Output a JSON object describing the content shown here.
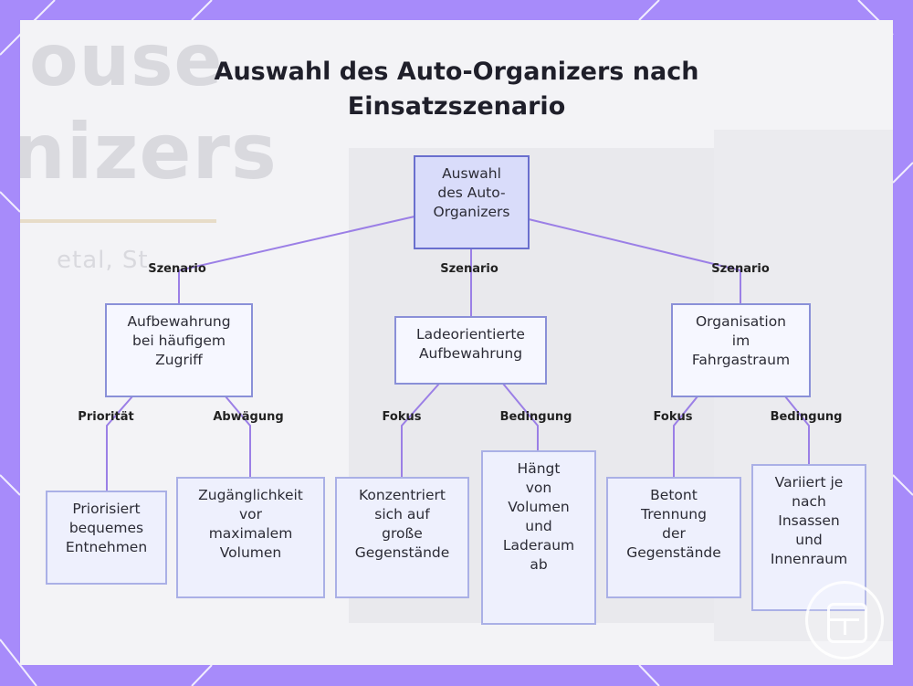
{
  "title": {
    "line1": "Auswahl des Auto-Organizers nach",
    "line2": "Einsatzszenario"
  },
  "background_text": {
    "word1": "ouse",
    "word2": "nizers",
    "word3": "etal, St..."
  },
  "nodes": {
    "root": "Auswahl\ndes Auto-\nOrganizers",
    "frequent": "Aufbewahrung\nbei häufigem\nZugriff",
    "cargo": "Ladeorientierte\nAufbewahrung",
    "cabin": "Organisation\nim\nFahrgastraum",
    "leaf1": "Priorisiert\nbequemes\nEntnehmen",
    "leaf2": "Zugänglichkeit\nvor\nmaximalem\nVolumen",
    "leaf3": "Konzentriert\nsich auf\ngroße\nGegenstände",
    "leaf4": "Hängt\nvon\nVolumen\nund\nLaderaum\nab",
    "leaf5": "Betont\nTrennung\nder\nGegenstände",
    "leaf6": "Variiert je\nnach\nInsassen\nund\nInnenraum"
  },
  "edge_labels": {
    "scenario_left": "Szenario",
    "scenario_mid": "Szenario",
    "scenario_right": "Szenario",
    "prioritaet": "Priorität",
    "abwaegung": "Abwägung",
    "fokus_mid": "Fokus",
    "bedingung_mid": "Bedingung",
    "fokus_right": "Fokus",
    "bedingung_right": "Bedingung"
  },
  "colors": {
    "frame": "#a78bfa",
    "edge": "#9b7fe6",
    "root_fill": "#d9dcfa",
    "node_fill": "#eef0fd"
  },
  "logo_icon": "grid-layout-icon"
}
